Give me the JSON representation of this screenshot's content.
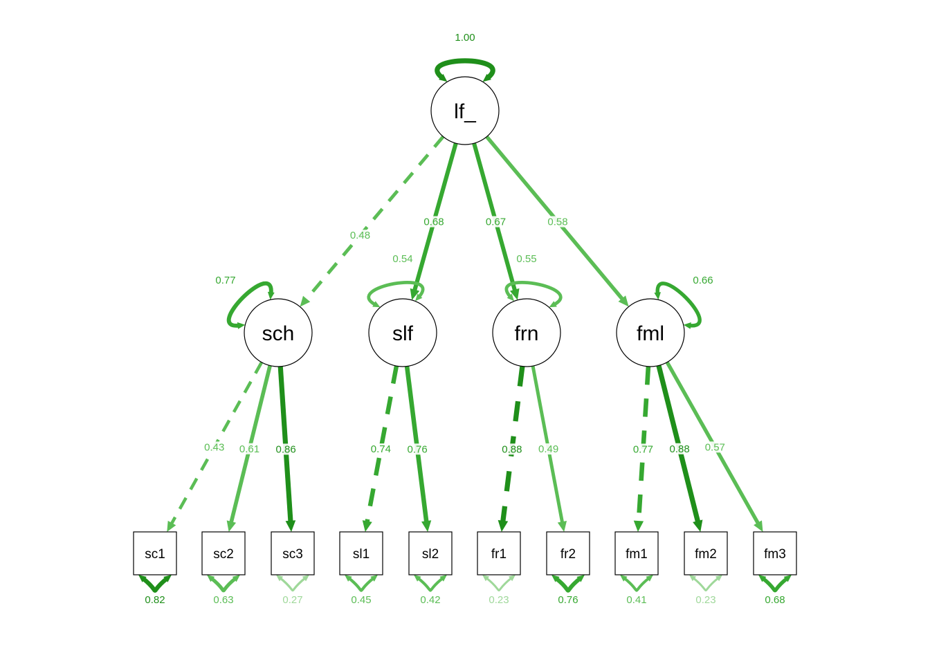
{
  "colors": {
    "strong": "#1f8f1a",
    "medium": "#36a831",
    "light": "#5bbd55",
    "faint": "#9fd89a",
    "node_stroke": "#000000",
    "node_fill": "#ffffff"
  },
  "latents": [
    {
      "id": "lf",
      "label": "lf_"
    },
    {
      "id": "sch",
      "label": "sch"
    },
    {
      "id": "slf",
      "label": "slf"
    },
    {
      "id": "frn",
      "label": "frn"
    },
    {
      "id": "fml",
      "label": "fml"
    }
  ],
  "observed": [
    {
      "id": "sc1",
      "label": "sc1"
    },
    {
      "id": "sc2",
      "label": "sc2"
    },
    {
      "id": "sc3",
      "label": "sc3"
    },
    {
      "id": "sl1",
      "label": "sl1"
    },
    {
      "id": "sl2",
      "label": "sl2"
    },
    {
      "id": "fr1",
      "label": "fr1"
    },
    {
      "id": "fr2",
      "label": "fr2"
    },
    {
      "id": "fm1",
      "label": "fm1"
    },
    {
      "id": "fm2",
      "label": "fm2"
    },
    {
      "id": "fm3",
      "label": "fm3"
    }
  ],
  "loadings": [
    {
      "from": "lf",
      "to": "sch",
      "value": "0.48",
      "dashed": true
    },
    {
      "from": "lf",
      "to": "slf",
      "value": "0.68",
      "dashed": false
    },
    {
      "from": "lf",
      "to": "frn",
      "value": "0.67",
      "dashed": false
    },
    {
      "from": "lf",
      "to": "fml",
      "value": "0.58",
      "dashed": false
    },
    {
      "from": "sch",
      "to": "sc1",
      "value": "0.43",
      "dashed": true
    },
    {
      "from": "sch",
      "to": "sc2",
      "value": "0.61",
      "dashed": false
    },
    {
      "from": "sch",
      "to": "sc3",
      "value": "0.86",
      "dashed": false
    },
    {
      "from": "slf",
      "to": "sl1",
      "value": "0.74",
      "dashed": true
    },
    {
      "from": "slf",
      "to": "sl2",
      "value": "0.76",
      "dashed": false
    },
    {
      "from": "frn",
      "to": "fr1",
      "value": "0.88",
      "dashed": true
    },
    {
      "from": "frn",
      "to": "fr2",
      "value": "0.49",
      "dashed": false
    },
    {
      "from": "fml",
      "to": "fm1",
      "value": "0.77",
      "dashed": true
    },
    {
      "from": "fml",
      "to": "fm2",
      "value": "0.88",
      "dashed": false
    },
    {
      "from": "fml",
      "to": "fm3",
      "value": "0.57",
      "dashed": false
    }
  ],
  "variances": [
    {
      "node": "lf",
      "value": "1.00"
    },
    {
      "node": "sch",
      "value": "0.77"
    },
    {
      "node": "slf",
      "value": "0.54"
    },
    {
      "node": "frn",
      "value": "0.55"
    },
    {
      "node": "fml",
      "value": "0.66"
    },
    {
      "node": "sc1",
      "value": "0.82"
    },
    {
      "node": "sc2",
      "value": "0.63"
    },
    {
      "node": "sc3",
      "value": "0.27"
    },
    {
      "node": "sl1",
      "value": "0.45"
    },
    {
      "node": "sl2",
      "value": "0.42"
    },
    {
      "node": "fr1",
      "value": "0.23"
    },
    {
      "node": "fr2",
      "value": "0.76"
    },
    {
      "node": "fm1",
      "value": "0.41"
    },
    {
      "node": "fm2",
      "value": "0.23"
    },
    {
      "node": "fm3",
      "value": "0.68"
    }
  ]
}
